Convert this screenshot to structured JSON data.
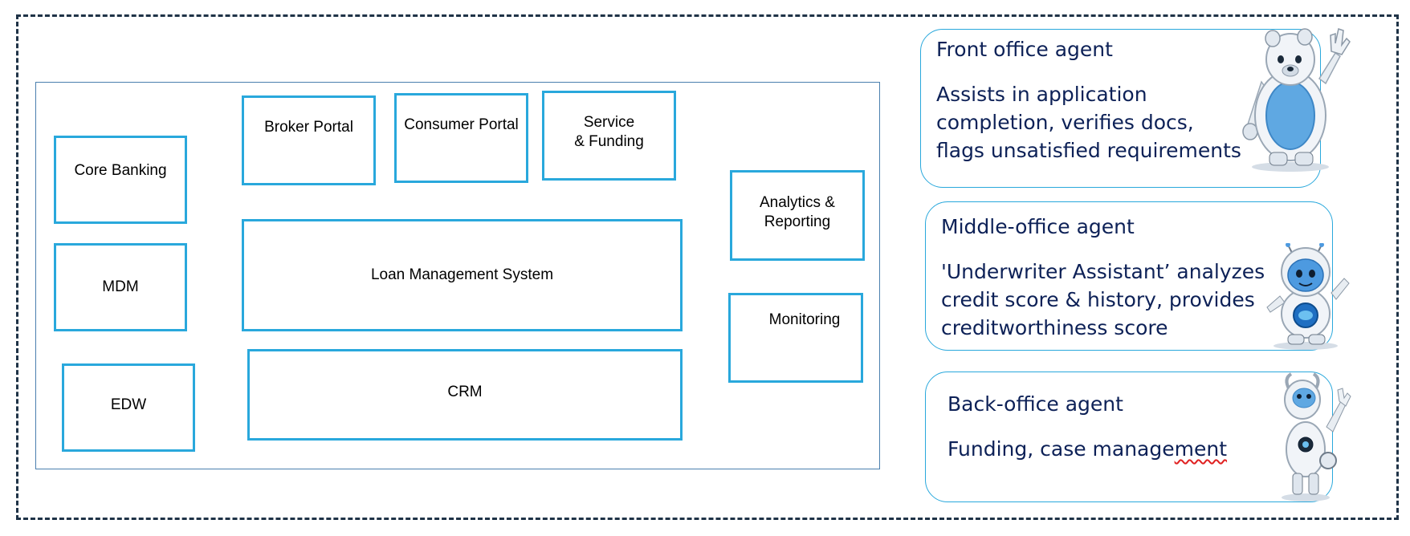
{
  "architecture": {
    "boxes": {
      "core_banking": "Core Banking",
      "mdm": "MDM",
      "edw": "EDW",
      "broker_portal": "Broker Portal",
      "consumer_portal": "Consumer Portal",
      "service_funding": "Service\n& Funding",
      "loan_management": "Loan Management System",
      "crm": "CRM",
      "analytics_reporting": "Analytics &\nReporting",
      "monitoring": "Monitoring"
    }
  },
  "agents": [
    {
      "title": "Front office agent",
      "description": "Assists in application\ncompletion, verifies docs,\nflags unsatisfied requirements",
      "icon": "waving-bear-robot-icon"
    },
    {
      "title": "Middle-office agent",
      "description": "'Underwriter Assistant’ analyzes\ncredit score & history, provides\ncreditworthiness score",
      "icon": "astronaut-robot-icon"
    },
    {
      "title": "Back-office agent",
      "description_plain": "Funding, case manage",
      "description_flagged": "ment",
      "icon": "goat-robot-icon"
    }
  ],
  "colors": {
    "box_border": "#29a8dc",
    "agent_text": "#0d2157",
    "outer_border": "#1f3347"
  }
}
